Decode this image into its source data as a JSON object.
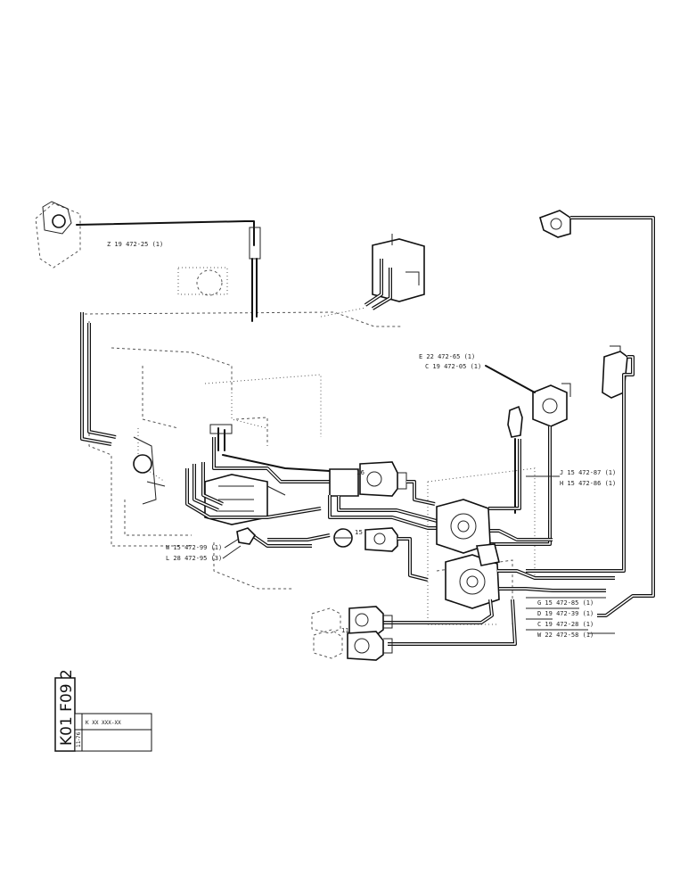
{
  "labels": {
    "z": "Z 19 472-25 (1)",
    "e": "E 22 472-65 (1)",
    "c_top": "C 19 472-05 (1)",
    "j": "J 15 472-87 (1)",
    "h": "H 15 472-86 (1)",
    "w_left": "W 15 472-99 (1)",
    "l": "L 28 472-95 (3)",
    "g": "G 15 472-85 (1)",
    "d": "D 19 472-39 (1)",
    "c_low": "C 19 472-28 (1)",
    "w_low": "W 22 472-58 (1)"
  },
  "callouts": {
    "n16": "16",
    "n15": "15",
    "n11": "11"
  },
  "title_block": {
    "code": "K01 F09 2",
    "ref": "K XX XXX-XX",
    "date": "11-76"
  }
}
